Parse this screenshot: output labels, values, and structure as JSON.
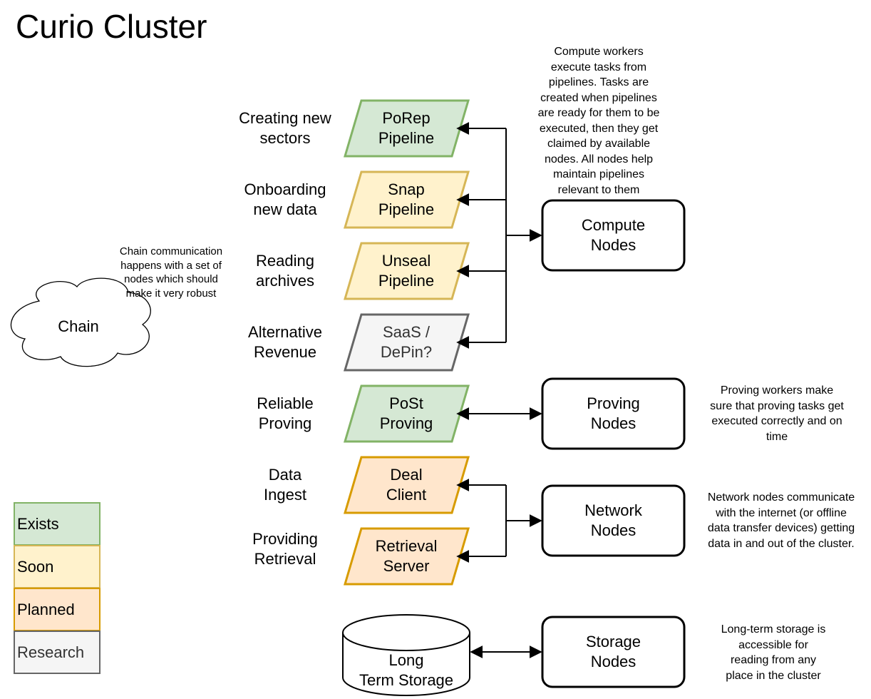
{
  "title": "Curio Cluster",
  "pipelines": [
    {
      "id": "porep",
      "name": "PoRep\nPipeline",
      "label": "Creating new\nsectors",
      "status": "Exists"
    },
    {
      "id": "snap",
      "name": "Snap\nPipeline",
      "label": "Onboarding\nnew data",
      "status": "Soon"
    },
    {
      "id": "unseal",
      "name": "Unseal\nPipeline",
      "label": "Reading\narchives",
      "status": "Soon"
    },
    {
      "id": "saas",
      "name": "SaaS /\nDePin?",
      "label": "Alternative\nRevenue",
      "status": "Research"
    },
    {
      "id": "post",
      "name": "PoSt\nProving",
      "label": "Reliable\nProving",
      "status": "Exists"
    },
    {
      "id": "deal",
      "name": "Deal\nClient",
      "label": "Data\nIngest",
      "status": "Planned"
    },
    {
      "id": "retrieval",
      "name": "Retrieval\nServer",
      "label": "Providing\nRetrieval",
      "status": "Planned"
    }
  ],
  "nodes": {
    "compute": "Compute\nNodes",
    "proving": "Proving\nNodes",
    "network": "Network\nNodes",
    "storage": "Storage\nNodes"
  },
  "storage_cylinder": "Long\nTerm Storage",
  "chain": {
    "label": "Chain",
    "note": "Chain communication\nhappens with a set of\nnodes which should\nmake it very robust"
  },
  "notes": {
    "compute": "Compute workers\nexecute tasks from\npipelines. Tasks are\ncreated when pipelines\nare ready for them to be\nexecuted, then they get\nclaimed by available\nnodes. All nodes help\nmaintain pipelines\nrelevant to them",
    "proving": "Proving workers make\nsure that proving tasks get\nexecuted correctly and on\ntime",
    "network": "Network nodes communicate\nwith the internet (or offline\ndata transfer devices) getting\ndata in and out of the cluster.",
    "storage": "Long-term storage is\naccessible for\nreading from any\nplace in the cluster"
  },
  "legend": [
    {
      "label": "Exists",
      "fill": "#d5e8d4",
      "stroke": "#82b366",
      "text": "#000000"
    },
    {
      "label": "Soon",
      "fill": "#fff2cc",
      "stroke": "#d6b656",
      "text": "#000000"
    },
    {
      "label": "Planned",
      "fill": "#ffe6cc",
      "stroke": "#d79b00",
      "text": "#000000"
    },
    {
      "label": "Research",
      "fill": "#f5f5f5",
      "stroke": "#666666",
      "text": "#333333"
    }
  ]
}
